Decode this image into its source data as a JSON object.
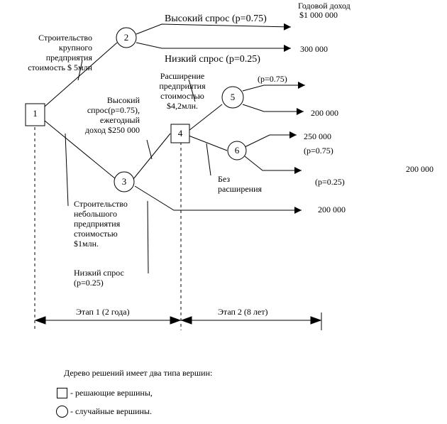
{
  "header": {
    "annual_income_label": "Годовой доход",
    "annual_income_value": "$1 000 000"
  },
  "nodes": {
    "n1": "1",
    "n2": "2",
    "n3": "3",
    "n4": "4",
    "n5": "5",
    "n6": "6"
  },
  "branches": {
    "build_large": [
      "Строительство",
      "крупного",
      "предприятия",
      "стоимость $ 5млн"
    ],
    "high_demand_large": "Высокий спрос (p=0.75)",
    "low_demand_large": "Низкий спрос (p=0.25)",
    "low_demand_large_value": "300 000",
    "build_small": [
      "Строительство",
      "небольшого",
      "предприятия",
      "стоимостью",
      "$1млн."
    ],
    "high_demand_small": [
      "Высокий",
      "спрос(p=0.75),",
      "ежегодный",
      "доход $250 000"
    ],
    "low_demand_small": [
      "Низкий спрос",
      "(p=0.25)"
    ],
    "low_demand_small_value": "200 000",
    "expansion": [
      "Расширение",
      "предприятия",
      "стоимостью",
      "$4,2млн."
    ],
    "no_expansion": [
      "Без",
      "расширения"
    ],
    "expand_high": "(p=0.75)",
    "expand_low_value": "200 000",
    "noexp_high_value": "250 000",
    "noexp_high_p": "(p=0.75)",
    "noexp_low_p": "(p=0.25)",
    "noexp_low_value": "200 000"
  },
  "stages": {
    "stage1": "Этап 1 (2 года)",
    "stage2": "Этап 2 (8 лет)"
  },
  "legend": {
    "title": "Дерево решений имеет два типа вершин:",
    "decision": "- решающие вершины,",
    "chance": "- случайные вершины."
  }
}
